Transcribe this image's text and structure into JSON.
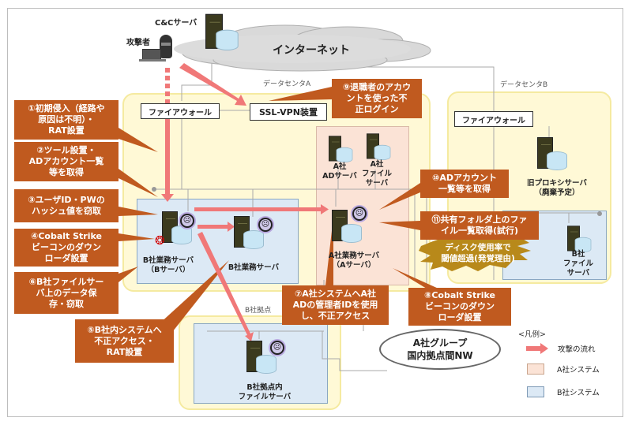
{
  "internet": {
    "label": "インターネット"
  },
  "cc_server": {
    "label": "C&Cサーバ"
  },
  "attacker": {
    "label": "攻撃者"
  },
  "zones": {
    "datacenter_a": "データセンタA",
    "datacenter_b": "データセンタB",
    "b_branch": "B社拠点"
  },
  "devices": {
    "firewall_a": "ファイアウォール",
    "ssl_vpn": "SSL-VPN装置",
    "firewall_b": "ファイアウォール"
  },
  "servers": {
    "a_ad": "A社\nADサーバ",
    "a_file": "A社\nファイル\nサーバ",
    "a_business": "A社業務サーバ\n（Aサーバ）",
    "b_business_main": "B社業務サーバ\n（Bサーバ）",
    "b_business_2": "B社業務サーバ",
    "old_proxy": "旧プロキシサーバ\n（廃棄予定）",
    "b_file": "B社\nファイル\nサーバ",
    "b_branch_file": "B社拠点内\nファイルサーバ"
  },
  "callouts": {
    "c1": "①初期侵入（経路や\n原因は不明）・\nRAT設置",
    "c2": "②ツール設置・\nADアカウント一覧\n等を取得",
    "c3": "③ユーザID・PWの\nハッシュ値を窃取",
    "c4": "④Cobalt Strike\nビーコンのダウン\nローダ設置",
    "c5": "⑤B社内システムへ\n不正アクセス・\nRAT設置",
    "c6": "⑥B社ファイルサー\nバ上のデータ保\n存・窃取",
    "c7": "⑦A社システムへA社\nADの管理者IDを使用\nし、不正アクセス",
    "c8": "⑧Cobalt Strike\nビーコンのダウン\nローダ設置",
    "c9": "⑨退職者のアカウ\nントを使った不\n正ログイン",
    "c10": "⑩ADアカウント\n一覧等を取得",
    "c11": "⑪共有フォルダ上のファ\nイル一覧取得(試行)"
  },
  "detection": "ディスク使用率で\n閾値超過(発覚理由)",
  "network": "A社グループ\n国内拠点間NW",
  "legend": {
    "title": "<凡例>",
    "items": [
      {
        "label": "攻撃の流れ",
        "color": "#f07878"
      },
      {
        "label": "A社システム",
        "color": "#fbe3d6"
      },
      {
        "label": "B社システム",
        "color": "#dce9f5"
      }
    ]
  },
  "colors": {
    "callout": "#c05a1f",
    "attack_arrow": "#f07878",
    "zone_yellow": "#fff9d6",
    "a_system": "#fbe3d6",
    "b_system": "#dce9f5",
    "detection_burst": "#b8891a"
  }
}
